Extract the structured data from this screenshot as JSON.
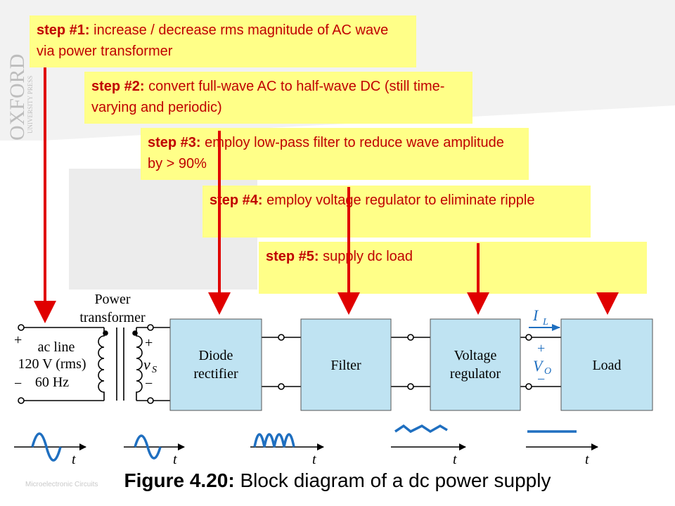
{
  "logo": {
    "brand": "OXFORD",
    "sub": "UNIVERSITY PRESS"
  },
  "steps": [
    {
      "label": "step #1:",
      "text": "increase / decrease rms magnitude of AC wave via power transformer"
    },
    {
      "label": "step #2:",
      "text": "convert full-wave AC to half-wave DC (still time-varying and periodic)"
    },
    {
      "label": "step #3:",
      "text": "employ low-pass filter to reduce wave amplitude by > 90%"
    },
    {
      "label": "step #4:",
      "text": "employ voltage regulator to eliminate ripple"
    },
    {
      "label": "step #5:",
      "text": "supply dc load"
    }
  ],
  "diagram": {
    "transformer_label_1": "Power",
    "transformer_label_2": "transformer",
    "input_label_1": "ac line",
    "input_label_2": "120 V (rms)",
    "input_label_3": "60 Hz",
    "plus": "+",
    "minus": "−",
    "vs": "v",
    "vs_sub": "S",
    "blocks": [
      "Diode rectifier",
      "Filter",
      "Voltage regulator",
      "Load"
    ],
    "block_lines": [
      [
        "Diode",
        "rectifier"
      ],
      [
        "Filter"
      ],
      [
        "Voltage",
        "regulator"
      ],
      [
        "Load"
      ]
    ],
    "il": "I",
    "il_sub": "L",
    "vo": "V",
    "vo_sub": "O",
    "time_label": "t"
  },
  "caption": {
    "bold": "Figure 4.20:",
    "rest": " Block diagram of a dc power supply"
  },
  "footer": "Microelectronic Circuits",
  "colors": {
    "step_bg": "#ffff88",
    "step_text": "#c00000",
    "arrow": "#e00000",
    "block": "#bfe3f2",
    "wave": "#1f6fc0",
    "circuit_blue": "#1f6fc0"
  }
}
